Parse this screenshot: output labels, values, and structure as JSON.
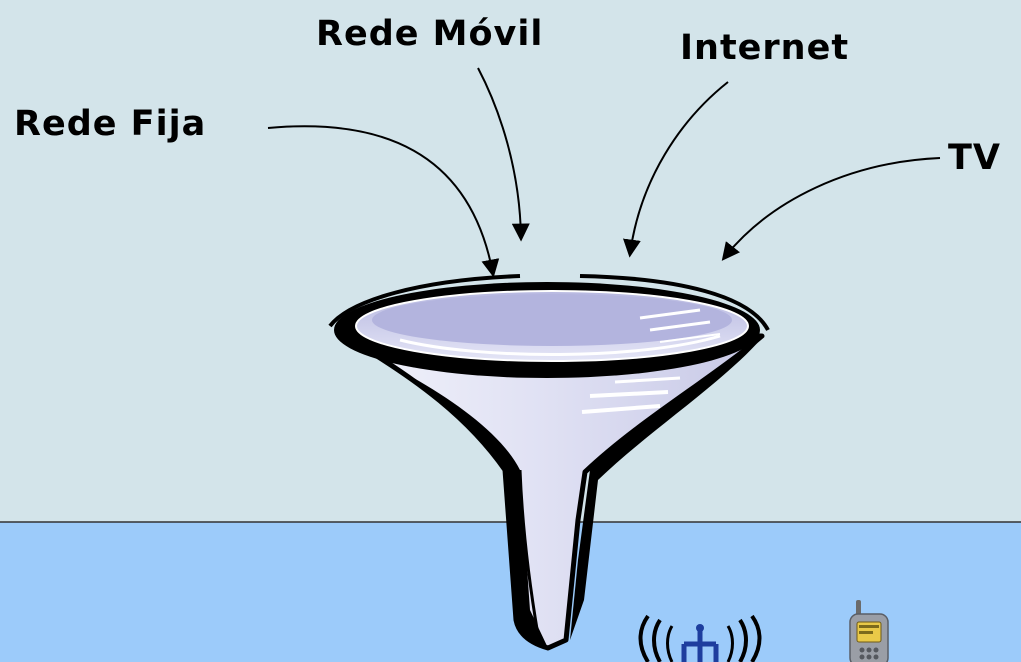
{
  "labels": {
    "fixed_network": "Rede Fija",
    "mobile_network": "Rede Móvil",
    "internet": "Internet",
    "tv": "TV"
  },
  "colors": {
    "sky": "#d3e4ea",
    "ground": "#9ccbfa",
    "horizon_line": "#333333",
    "funnel_fill": "#c9cbe8",
    "funnel_outline": "#000000"
  },
  "icons": [
    "antenna-icon",
    "mobile-phone-icon"
  ]
}
